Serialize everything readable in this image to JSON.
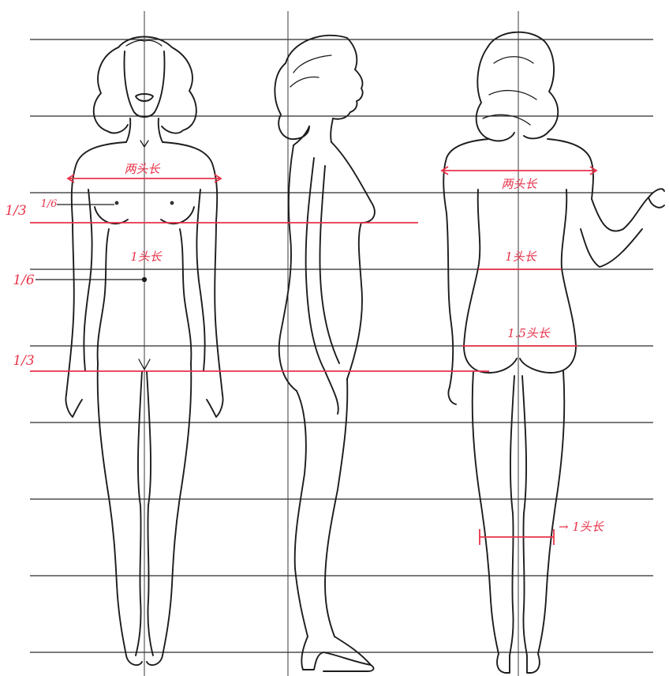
{
  "annotations": {
    "front_shoulder": "两头长",
    "front_waist": "1头长",
    "bust_fraction": "1/3",
    "bust_small_fraction": "1/6",
    "navel_fraction": "1/6",
    "hip_fraction": "1/3",
    "back_shoulder": "两头长",
    "back_waist": "1头长",
    "back_hip": "1.5头长",
    "calf": "→ 1头长"
  },
  "colors": {
    "guide_line": "#2b2b2b",
    "figure_line": "#1c1c1c",
    "annotation": "#e8334a",
    "background": "#ffffff"
  }
}
